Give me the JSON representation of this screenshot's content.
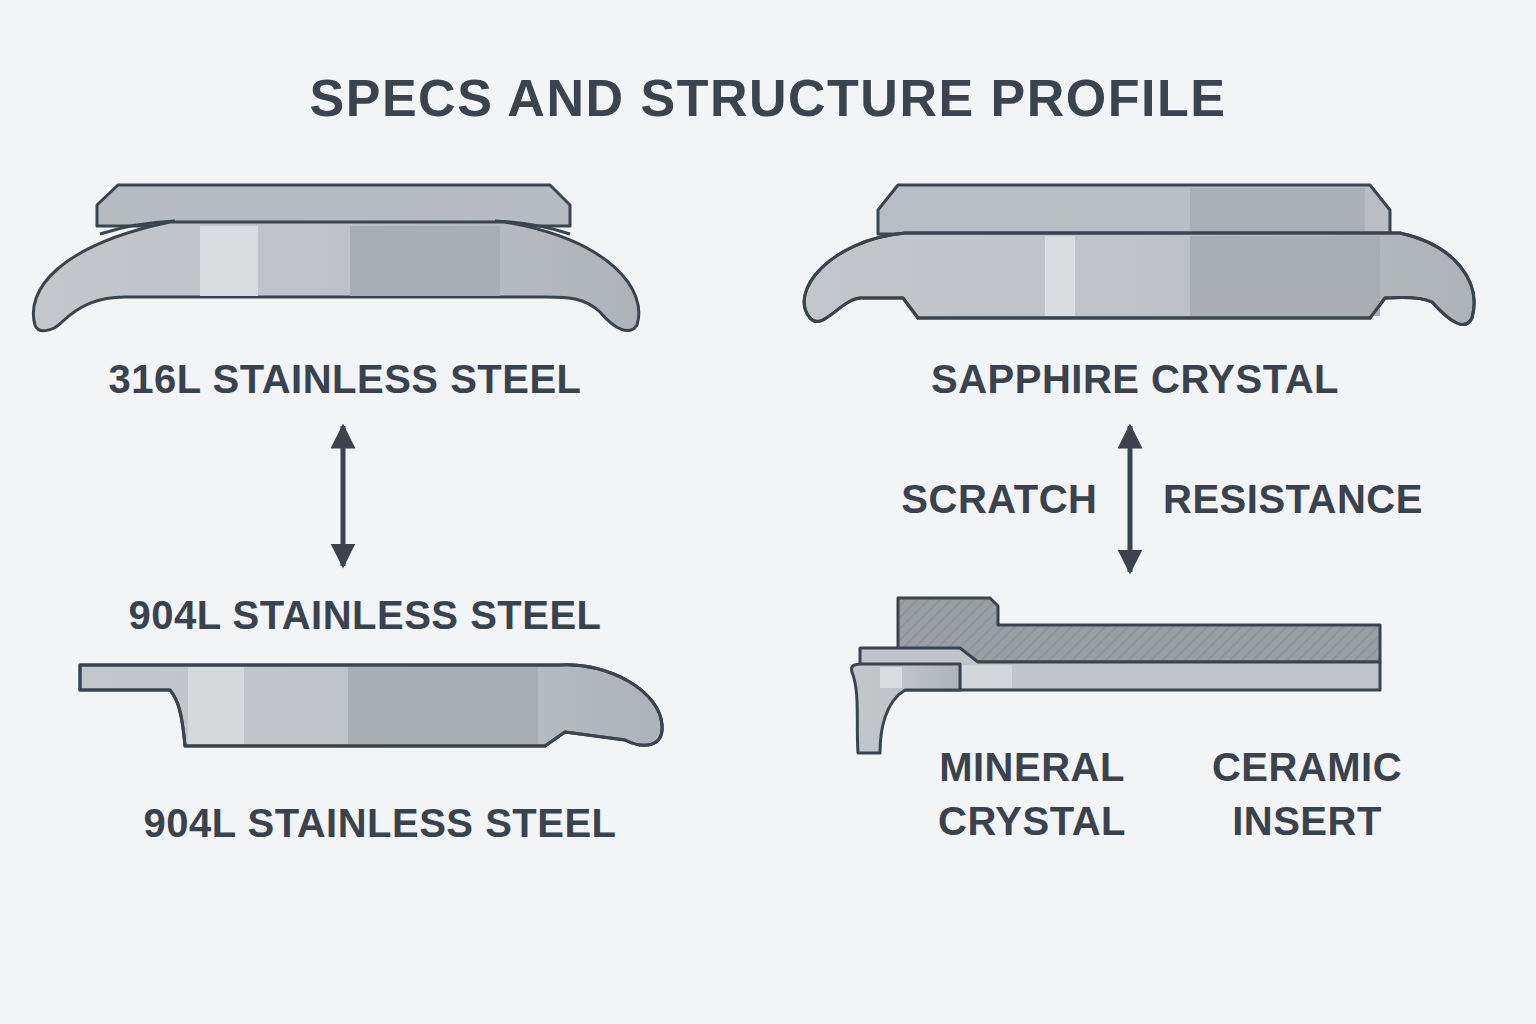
{
  "diagram": {
    "title": "SPECS AND STRUCTURE PROFILE",
    "nodes": [
      {
        "text": [
          "316L STAINLESS STEEL"
        ]
      },
      {
        "text": [
          "904L STAINLESS STEEL",
          "904L STAINLESS STEEL"
        ]
      },
      {
        "text": [
          "SAPPHIRE CRYSTAL"
        ]
      },
      {
        "text": [
          "MINERAL CRYSTAL",
          "CERAMIC INSERT"
        ]
      }
    ],
    "edges": [
      {
        "from": 0,
        "to": 1,
        "arrow": "both"
      },
      {
        "from": 2,
        "to": 3,
        "label": "SCRATCH RESISTANCE",
        "arrow": "both"
      }
    ]
  }
}
